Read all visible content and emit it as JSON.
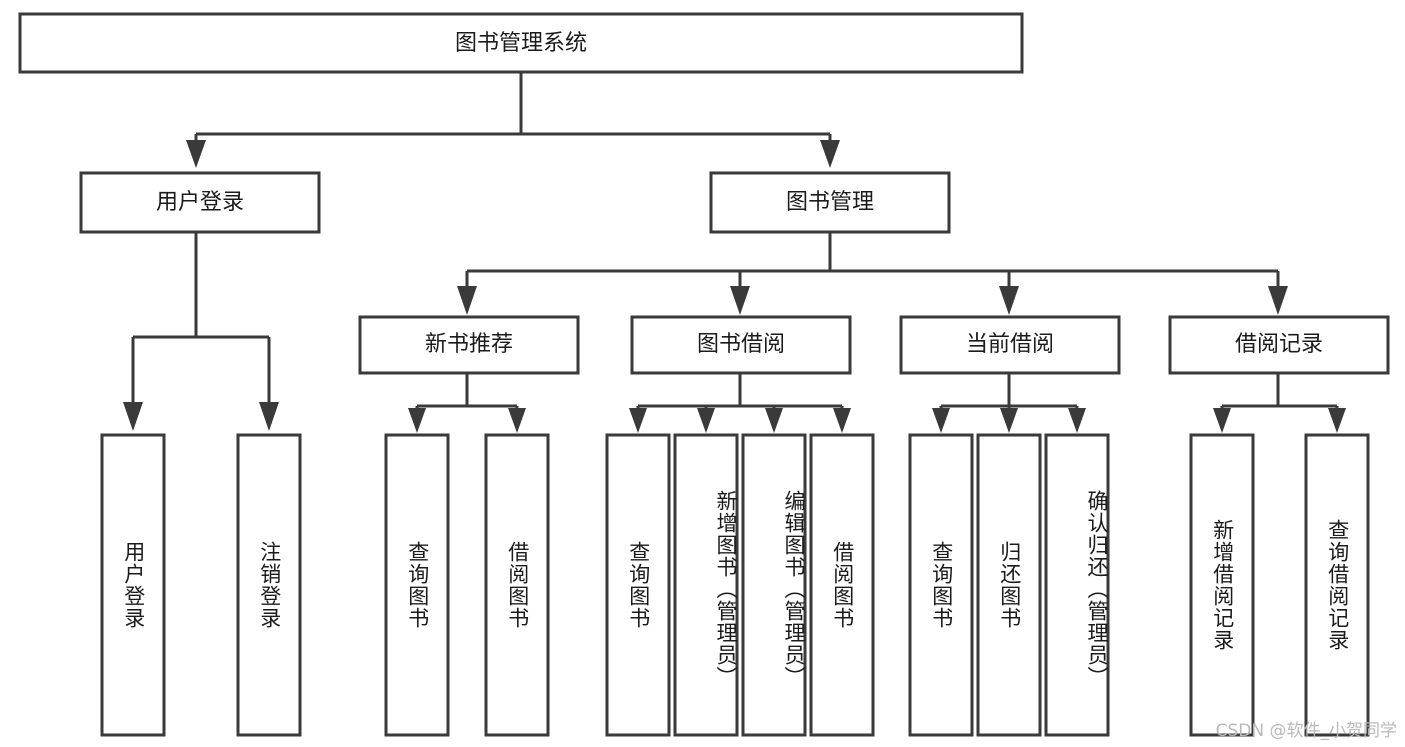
{
  "diagram": {
    "title": "图书管理系统",
    "type": "tree",
    "watermark": "CSDN @软件_小贺同学",
    "colors": {
      "box_stroke": "#3a3a3a",
      "box_fill": "#ffffff",
      "line": "#3a3a3a",
      "text": "#1b1b1b",
      "background": "#ffffff",
      "watermark": "#b9b9b9"
    },
    "root": {
      "label": "图书管理系统",
      "orientation": "horizontal"
    },
    "level2": [
      {
        "label": "用户登录",
        "orientation": "horizontal"
      },
      {
        "label": "图书管理",
        "orientation": "horizontal"
      }
    ],
    "level3": [
      {
        "label": "新书推荐",
        "orientation": "horizontal"
      },
      {
        "label": "图书借阅",
        "orientation": "horizontal"
      },
      {
        "label": "当前借阅",
        "orientation": "horizontal"
      },
      {
        "label": "借阅记录",
        "orientation": "horizontal"
      }
    ],
    "leaves": {
      "user_login": [
        {
          "label": "用户登录",
          "orientation": "vertical"
        },
        {
          "label": "注销登录",
          "orientation": "vertical"
        }
      ],
      "new_book_recommend": [
        {
          "label": "查询图书",
          "orientation": "vertical"
        },
        {
          "label": "借阅图书",
          "orientation": "vertical"
        }
      ],
      "book_borrow": [
        {
          "label": "查询图书",
          "orientation": "vertical"
        },
        {
          "label": "新增图书（管理员）",
          "orientation": "vertical"
        },
        {
          "label": "编辑图书（管理员）",
          "orientation": "vertical"
        },
        {
          "label": "借阅图书",
          "orientation": "vertical"
        }
      ],
      "current_borrow": [
        {
          "label": "查询图书",
          "orientation": "vertical"
        },
        {
          "label": "归还图书",
          "orientation": "vertical"
        },
        {
          "label": "确认归还（管理员）",
          "orientation": "vertical"
        }
      ],
      "borrow_record": [
        {
          "label": "新增借阅记录",
          "orientation": "vertical"
        },
        {
          "label": "查询借阅记录",
          "orientation": "vertical"
        }
      ]
    }
  }
}
